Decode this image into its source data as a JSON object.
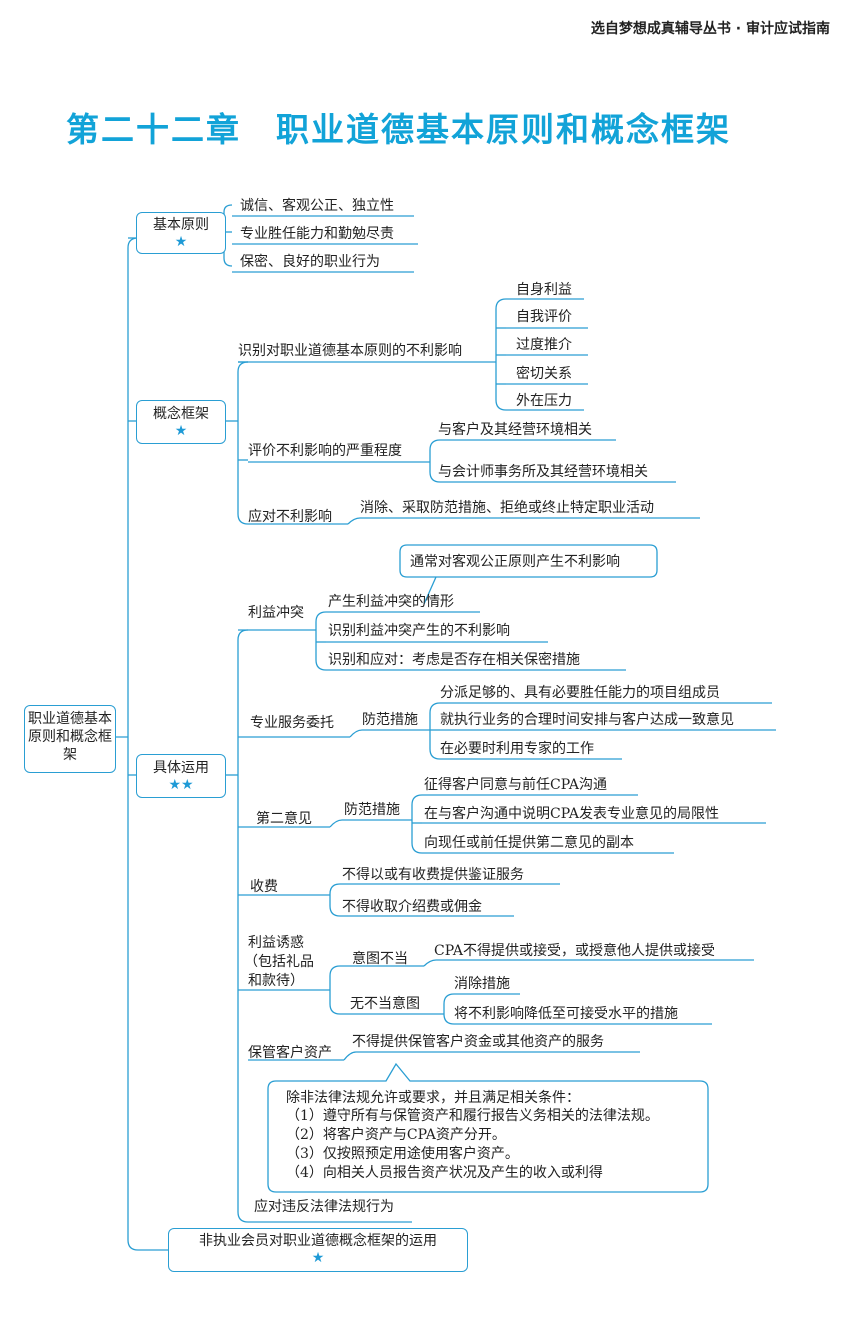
{
  "header": "选自梦想成真辅导丛书 · 审计应试指南",
  "title": "第二十二章　职业道德基本原则和概念框架",
  "root": "职业道德基本原则和概念框架",
  "star": "★",
  "star2": "★★",
  "basic": {
    "label": "基本原则",
    "items": [
      "诚信、客观公正、独立性",
      "专业胜任能力和勤勉尽责",
      "保密、良好的职业行为"
    ]
  },
  "concept": {
    "label": "概念框架",
    "identify": "识别对职业道德基本原则的不利影响",
    "threats": [
      "自身利益",
      "自我评价",
      "过度推介",
      "密切关系",
      "外在压力"
    ],
    "evaluate": "评价不利影响的严重程度",
    "evaluate_items": [
      "与客户及其经营环境相关",
      "与会计师事务所及其经营环境相关"
    ],
    "respond": "应对不利影响",
    "respond_item": "消除、采取防范措施、拒绝或终止特定职业活动"
  },
  "apply": {
    "label": "具体运用",
    "coi_callout": "通常对客观公正原则产生不利影响",
    "coi": "利益冲突",
    "coi_items": [
      "产生利益冲突的情形",
      "识别利益冲突产生的不利影响",
      "识别和应对：考虑是否存在相关保密措施"
    ],
    "engagement": "专业服务委托",
    "safeguard": "防范措施",
    "engagement_items": [
      "分派足够的、具有必要胜任能力的项目组成员",
      "就执行业务的合理时间安排与客户达成一致意见",
      "在必要时利用专家的工作"
    ],
    "second": "第二意见",
    "second_items": [
      "征得客户同意与前任CPA沟通",
      "在与客户沟通中说明CPA发表专业意见的局限性",
      "向现任或前任提供第二意见的副本"
    ],
    "fee": "收费",
    "fee_items": [
      "不得以或有收费提供鉴证服务",
      "不得收取介绍费或佣金"
    ],
    "induce": [
      "利益诱惑",
      "（包括礼品",
      "和款待）"
    ],
    "improper": "意图不当",
    "improper_item": "CPA不得提供或接受，或授意他人提供或接受",
    "proper": "无不当意图",
    "proper_items": [
      "消除措施",
      "将不利影响降低至可接受水平的措施"
    ],
    "custody": "保管客户资产",
    "custody_item": "不得提供保管客户资金或其他资产的服务",
    "note": [
      "除非法律法规允许或要求，并且满足相关条件：",
      "（1）遵守所有与保管资产和履行报告义务相关的法律法规。",
      "（2）将客户资产与CPA资产分开。",
      "（3）仅按照预定用途使用客户资产。",
      "（4）向相关人员报告资产状况及产生的收入或利得"
    ],
    "violation": "应对违反法律法规行为"
  },
  "nonpractice": "非执业会员对职业道德概念框架的运用",
  "colors": {
    "accent": "#12a3d8",
    "line": "#2a9ed3"
  }
}
